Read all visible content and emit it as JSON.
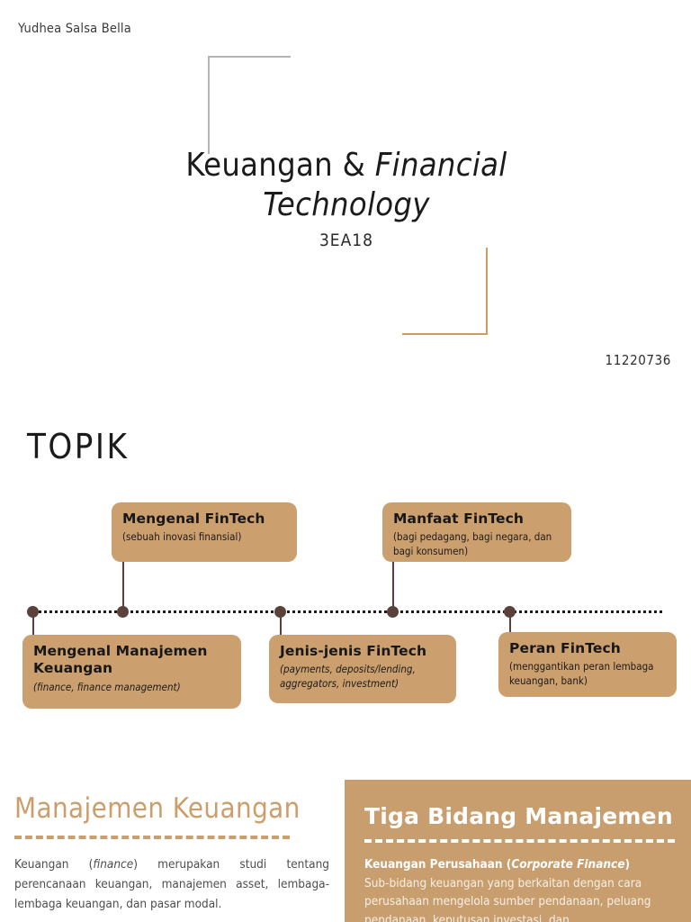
{
  "theme": {
    "accent_orange": "#cd9a63",
    "card_tan": "#cc9f6f",
    "panel_tan": "#c99e6e",
    "dot_brown": "#5b4139",
    "bracket_gray": "#b3b3b3",
    "text_dark": "#1b1b1b"
  },
  "slide_title": {
    "author": "Yudhea Salsa Bella",
    "title_part1": "Keuangan & ",
    "title_part2_italic": "Financial Technology",
    "class_code": "3EA18",
    "student_id": "11220736"
  },
  "slide_topik": {
    "heading": "TOPIK",
    "items": [
      {
        "title": "Mengenal Manajemen Keuangan",
        "subtitle": "(finance, finance management)",
        "subtitle_italic": true,
        "position": "below"
      },
      {
        "title": "Mengenal FinTech",
        "subtitle": "(sebuah inovasi finansial)",
        "subtitle_italic": false,
        "position": "above"
      },
      {
        "title": "Jenis-jenis FinTech",
        "subtitle": "(payments, deposits/lending, aggregators, investment)",
        "subtitle_italic": true,
        "position": "below"
      },
      {
        "title": "Manfaat FinTech",
        "subtitle": "(bagi pedagang, bagi negara, dan bagi konsumen)",
        "subtitle_italic": false,
        "position": "above"
      },
      {
        "title": "Peran FinTech",
        "subtitle": "(menggantikan peran lembaga keuangan, bank)",
        "subtitle_italic": false,
        "position": "below"
      }
    ]
  },
  "slide_mk": {
    "left": {
      "title": "Manajemen Keuangan",
      "body_pre": "Keuangan (",
      "body_italic": "finance",
      "body_post": ") merupakan studi tentang perencanaan keuangan, manajemen asset, lembaga-lembaga keuangan, dan pasar modal."
    },
    "right": {
      "title": "Tiga Bidang Manajemen",
      "item_label_pre": "Keuangan Perusahaan (",
      "item_label_italic": "Corporate Finance",
      "item_label_post": ")",
      "item_body": "Sub-bidang keuangan yang berkaitan dengan cara perusahaan mengelola sumber pendanaan, peluang pendanaan, keputusan investasi, dan"
    }
  }
}
